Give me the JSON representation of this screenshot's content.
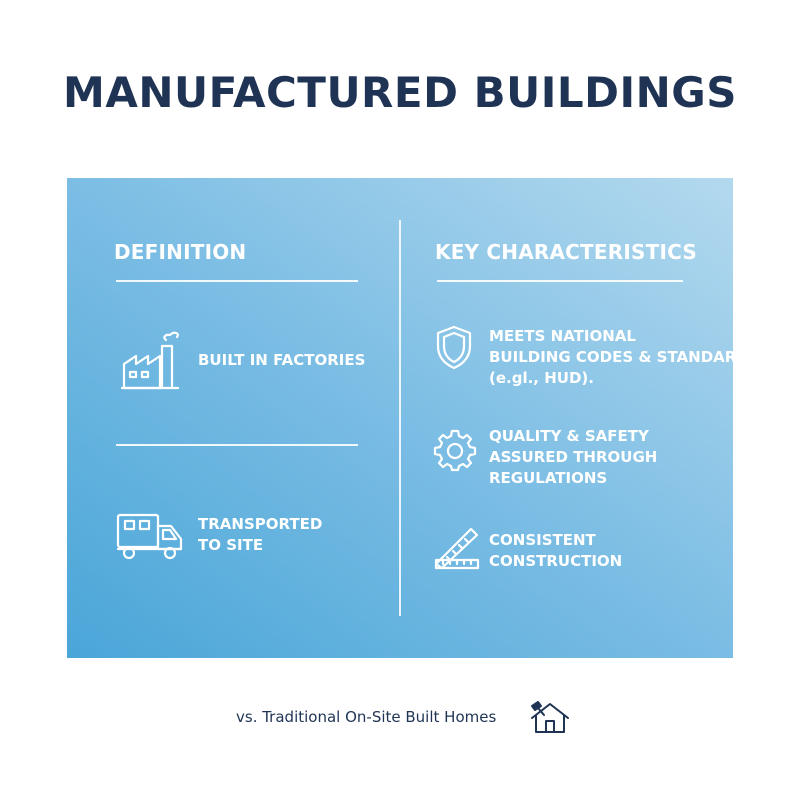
{
  "title": "MANUFACTURED BUILDINGS",
  "colors": {
    "title": "#1f3454",
    "panel_gradient": [
      "#4aa6d8",
      "#7bbde4",
      "#b3d9ee"
    ],
    "panel_text": "#ffffff"
  },
  "definition": {
    "heading": "DEFINITION",
    "items": [
      {
        "icon": "factory-icon",
        "lines": [
          "BUILT IN FACTORIES"
        ]
      },
      {
        "icon": "truck-icon",
        "lines": [
          "TRANSPORTED",
          "TO SITE"
        ]
      }
    ]
  },
  "characteristics": {
    "heading": "KEY CHARACTERISTICS",
    "items": [
      {
        "icon": "shield-icon",
        "lines": [
          "MEETS NATIONAL",
          "BUILDING CODES & STANDARDS",
          "(e.gl., HUD)."
        ]
      },
      {
        "icon": "gear-icon",
        "lines": [
          "QUALITY & SAFETY",
          "ASSURED THROUGH",
          "REGULATIONS"
        ]
      },
      {
        "icon": "ruler-triangle-icon",
        "lines": [
          "CONSISTENT",
          "CONSTRUCTION"
        ]
      }
    ]
  },
  "footer": {
    "text": "vs. Traditional On-Site Built Homes",
    "icon": "house-hammer-icon"
  }
}
